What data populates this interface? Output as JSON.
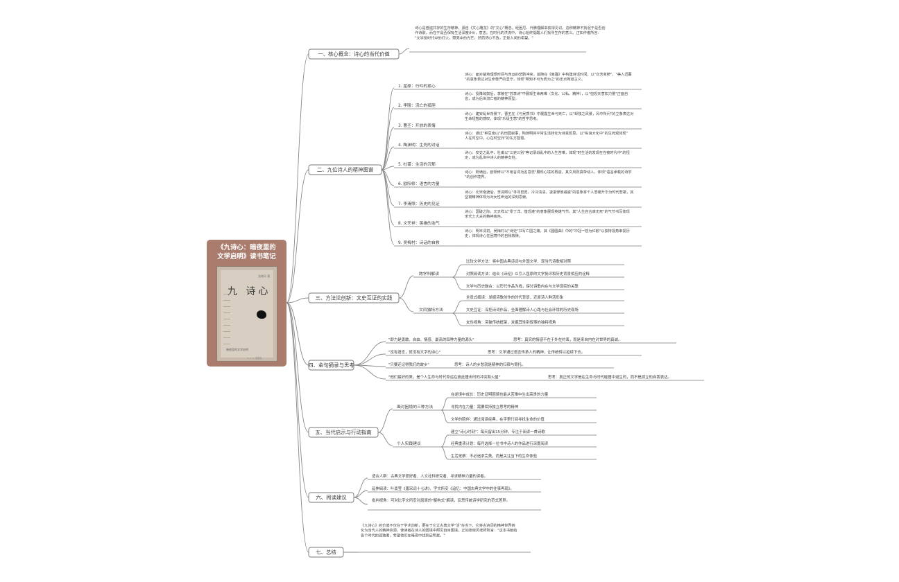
{
  "root": {
    "title_line1": "《九诗心：暗夜里的",
    "title_line2": "文学启明》读书笔记",
    "cover_title": "九 诗心",
    "cover_author": "张晓风 著",
    "cover_subtitle": "暗夜里的文学启明",
    "cover_publisher": "× × × 出版社"
  },
  "branches": [
    {
      "label": "一、核心概念：诗心的当代价值",
      "note": "诗心是普遍共存的生存精神，源自《文心雕龙》的\"文心\"概念。经困厄、升腾理解来获得见识。这种精神不拘泥于是否创作诗歌，而在于是否保有生活深度(Hi)，意志。在时代的洪流中，诗心始终提醒人们找寻生存的意义。正如作者所言：\"文学是时代中的灯火，照亮中的光芒，然而诗心不改，正是人间的希望。\""
    },
    {
      "label": "二、九位诗人的精神图谱",
      "items": [
        {
          "label": "1. 屈原：行吟的孤心",
          "note": "诗心：面对楚地理想时间与命运的悲剧冲突，追随在《离骚》中构建诗话时间，以\"众芳芜秽\"、\"美人迟暮\"的意象表达对生命尊严的坚守，体现\"明知不可为而为之\"的忠贞殉道主义。"
        },
        {
          "label": "2. 李陵：流亡的孤胆",
          "note": "诗心：投降匈奴后，李陵在\"苏李诗\"中展现生命两难（文化、公私、精神），以\"但恐天意如力量\"正面自省，成为后世流亡者的精神原型。"
        },
        {
          "label": "3. 曹丕：开放的表情",
          "note": "诗心：建安乱世背景下，曹丕在《与吴质书》中展露生命与死亡，以\"却独之风景，风中所问\"的立象表达对生命短暂的感叹，体现\"乐极生悲\"的哲学思考。"
        },
        {
          "label": "4. 陶渊明：生死的对话",
          "note": "诗心：通过\"种豆南山\"的田园叙事，陶渊明将平常生活转化为诗意哲思。以\"纵浪大化中\"的生死观体现\"人在时空中，心在时空外\"的东方智慧。"
        },
        {
          "label": "5. 杜甫：生活的沉郁",
          "note": "诗心：安史之乱中，杜甫以\"三吏三别\"等记录战乱中的人生苦难，体现\"时生活的发现在在被时代中\"的恒定，成为乱世中诗人的精神支柱。"
        },
        {
          "label": "6. 欧阳修：语言的力量",
          "note": "诗心：贬谪后，欧阳修以\"不用言词功名意念\"展现心境的再造，其文风则真挚动人，体现\"语言承载的诗学\"的创作境界。"
        },
        {
          "label": "7. 李清照：历史的见证",
          "note": "诗心：北宋南渡后，李清照以\"寻寻觅觅，冷冷清清，凄凄惨惨戚戚\"的意象将个人悲痛升华为时代悲歌，其坚韧精神体现为对女性命运的深刻思索。"
        },
        {
          "label": "8. 文天祥：英雄的浩气",
          "note": "诗心：国破之际，文天祥以\"零丁洋、惶恐滩\"的意象展现英雄气节，其\"人生自古谁无死\"的气节书写体现宋代士大夫的精神底色。"
        },
        {
          "label": "9. 吴梅村：诗话的自救",
          "note": "诗心：明末清初，吴梅村以\"诗史\"书写亡国之痛，其《圆圆曲》中的\"冲冠一怒为红颜\"以独特视角审视历史，体现诗心在困境中的自我救赎。"
        }
      ]
    },
    {
      "label": "三、方法论创新：文史互证的实践",
      "items": [
        {
          "label": "跨学科解读",
          "subs": [
            "比较文学方法：将中国古典诗词与外国文学、现当代诗歌相对照",
            "对照阅读方法：结合《诗经》以引入屈原的文学批评和历史背景相应的诠释",
            "文学与历史融合：以历代作品为线，探讨诗歌内在与文学现实的关联"
          ]
        },
        {
          "label": "文风独特方法",
          "subs": [
            "全景式细读：发掘诗歌创作的时代背景，还原诗人鲜活形象",
            "文史互证：深挖诗词作品，全面理解诗人心路与社会环境的历史现场",
            "女性视角：突破传统框架，发掘其性别叙事的独特视角"
          ]
        }
      ]
    },
    {
      "label": "四、金句摘录与思考",
      "items": [
        {
          "quote": "\"即力是勇敢、自由、情感、最高的四种力量的源头\"",
          "think": "思考：真实的情感不在于外在约束，而是来自内在对世界的真诚。"
        },
        {
          "quote": "\"没有语言，就没有文字的诗心\"",
          "think": "思考：文学通过语言传承人的精神，让传统得以延续下去。"
        },
        {
          "quote": "\"只要还记得我们的故乡\"",
          "think": "思考：诗人的乡愁就是精神的归宿与寄托。"
        },
        {
          "quote": "\"他们最好的美，是个人生命与时代命运在彼此撞击时的冲突和火星\"",
          "think": "思考：真正的文学是在生命与时代碰撞中诞生的，而不是孤立的自我表达。"
        }
      ]
    },
    {
      "label": "五、当代启示与行动指南",
      "items": [
        {
          "label": "面对困境的三种方法",
          "subs": [
            "在逆境中成长：历史证明困境也能从苦难中生出高贵的力量",
            "寻找内在力量：需要保持独立思考的精神",
            "文学的陪伴：通过阅读经典，在字里行间寻找生命的价值"
          ]
        },
        {
          "label": "个人实践建议",
          "subs": [
            "建立\"诗心时刻\"：每天留出15分钟，专注于阅读一首诗歌",
            "经典重读计划：每月选择一位书中诗人的作品进行深度阅读",
            "生活觉察：不必追求完美，而是关注当下的生命体验"
          ]
        }
      ]
    },
    {
      "label": "六、阅读建议",
      "items": [
        "适合人群：古典文学爱好者、人文社科研究者、寻求精神力量的读者。",
        "延伸阅读：叶嘉莹《唐宋词十七讲》、宇文所安《追忆：中国古典文学中的往事再现》。",
        "批判视角：可对比宇文所安对屈原的\"解构式\"解读，反思传统诗学研究的范式差异。"
      ]
    },
    {
      "label": "七、总结",
      "note": "《九诗心》的价值不仅在于学术创新，更在于它让古典文学\"活\"在当下。它将古诗词的精神世界转化为当代人的精神资源，使读者在诗人的困境中照见自身困境。正如张晓风老师所言：\"这本书献给各个时代的孤独者，希望他们在暗夜中找到启明星。\""
    }
  ]
}
